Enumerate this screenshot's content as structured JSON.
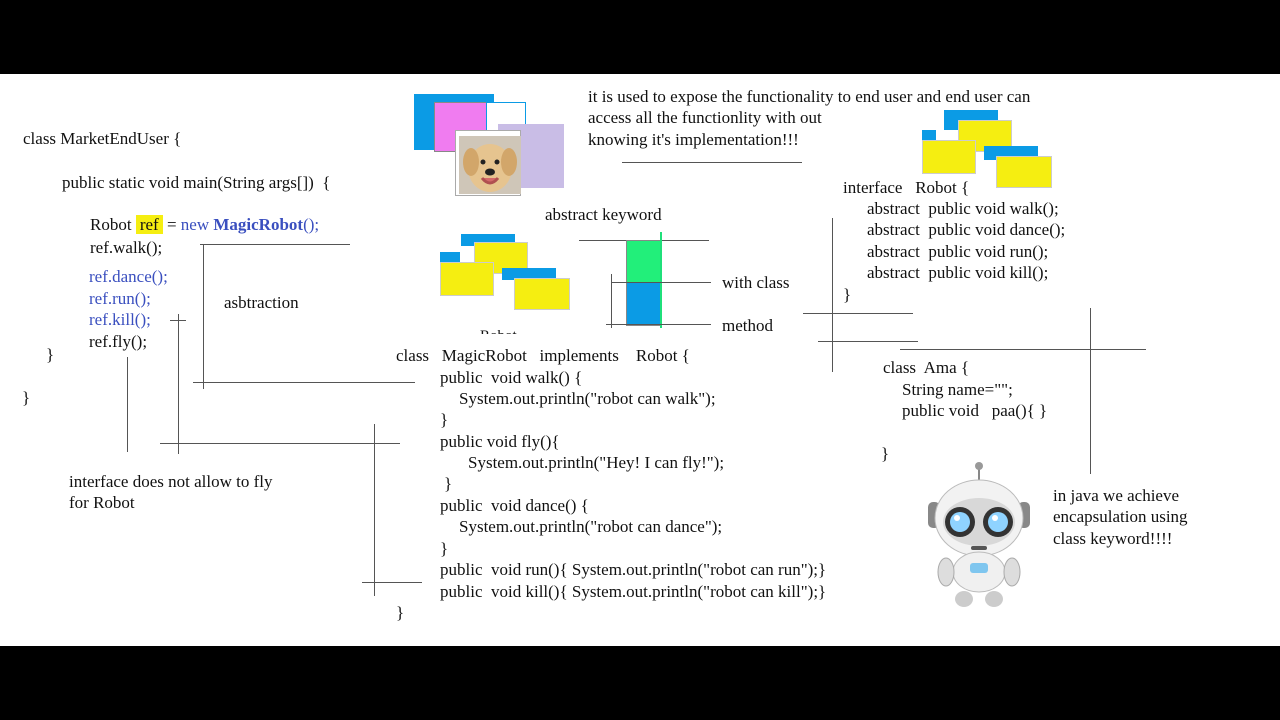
{
  "colors": {
    "background": "#ffffff",
    "letterbox": "#000000",
    "keyword_blue": "#3a4fbf",
    "highlight_yellow": "#f5ee11",
    "folder_blue": "#0b9be5",
    "folder_yellow": "#f5ee11",
    "folder_pink": "#f07cf0",
    "folder_lavender": "#c9bde6",
    "bar_green": "#22ef7a",
    "bar_blue": "#0b9be5",
    "line_green": "#1fe07a"
  },
  "main_class": {
    "header": "class MarketEndUser {",
    "main_method": "public static void main(String args[])  {",
    "decl_type": "Robot ",
    "decl_var": "ref",
    "decl_eq": " = ",
    "decl_new": "new ",
    "decl_class": "MagicRobot",
    "decl_end": "();",
    "walk": "ref.walk();",
    "dance": "ref.dance();",
    "run": "ref.run();",
    "kill": "ref.kill();",
    "fly": "ref.fly();",
    "close_main": "}",
    "close_class": "}"
  },
  "labels": {
    "abstraction": "asbtraction",
    "abstract_keyword": "abstract keyword",
    "with_class": "with class",
    "method": "method",
    "partial_label": "Robot",
    "fly_note_line1": "interface does not allow to fly",
    "fly_note_line2": "for Robot"
  },
  "top_note": {
    "line1": "it is used to expose the functionality to end user and end user can",
    "line2": "access all the functionlity with out",
    "line3": "knowing it's implementation!!!"
  },
  "interface_robot": {
    "header": "interface   Robot {",
    "walk": "abstract  public void walk();",
    "dance": "abstract  public void dance();",
    "run": "abstract  public void run();",
    "kill": "abstract  public void kill();",
    "close": "}"
  },
  "magic_robot": {
    "header": "class   MagicRobot   implements    Robot {",
    "walk_sig": "public  void walk() {",
    "walk_body": "System.out.println(\"robot can walk\");",
    "walk_close": "}",
    "fly_sig": "public void fly(){",
    "fly_body": "System.out.println(\"Hey! I can fly!\");",
    "fly_close": "}",
    "dance_sig": "public  void dance() {",
    "dance_body": "System.out.println(\"robot can dance\");",
    "dance_close": "}",
    "run_line": "public  void run(){ System.out.println(\"robot can run\");}",
    "kill_line": "public  void kill(){ System.out.println(\"robot can kill\");}",
    "close": "}"
  },
  "ama_class": {
    "header": "class  Ama {",
    "field": "String name=\"\";",
    "method": "public void   paa(){ }",
    "close": "}"
  },
  "encapsulation_note": {
    "line1": "in java we achieve",
    "line2": "encapsulation using",
    "line3": "class keyword!!!!"
  },
  "icons": {
    "dog": "dog-photo-icon",
    "robot": "robot-mascot-icon",
    "folders": "folder-stack-icon"
  }
}
